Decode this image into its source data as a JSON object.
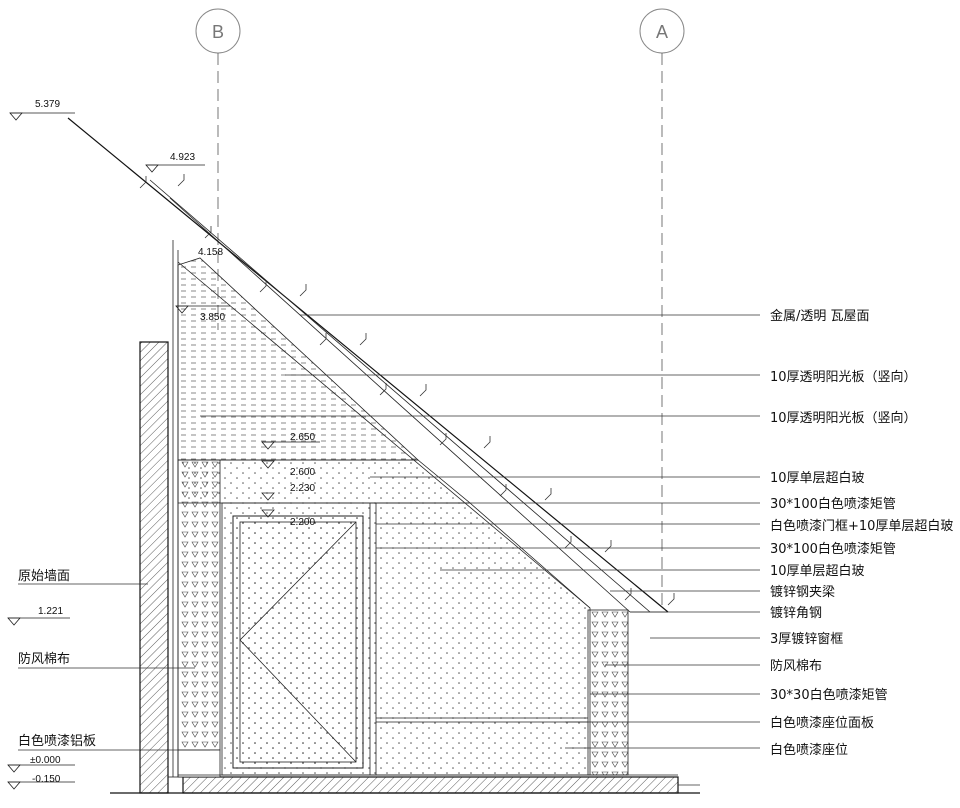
{
  "axes": [
    {
      "id": "B",
      "label": "B"
    },
    {
      "id": "A",
      "label": "A"
    }
  ],
  "elevations": {
    "roof_top": "5.379",
    "roof_mid": "4.923",
    "ridge": "4.158",
    "panel_top": "3.850",
    "glass_top": "2.650",
    "glass_bottom": "2.600",
    "frame_top": "2.230",
    "door_top": "2.200",
    "wall_mark": "1.221",
    "floor": "±0.000",
    "ground": "-0.150"
  },
  "labels_right": [
    "金属/透明  瓦屋面",
    "10厚透明阳光板（竖向）",
    "10厚透明阳光板（竖向）",
    "10厚单层超白玻",
    "30*100白色喷漆矩管",
    "白色喷漆门框+10厚单层超白玻",
    "30*100白色喷漆矩管",
    "10厚单层超白玻",
    "镀锌钢夹梁",
    "镀锌角钢",
    "3厚镀锌窗框",
    "防风棉布",
    "30*30白色喷漆矩管",
    "白色喷漆座位面板",
    "白色喷漆座位"
  ],
  "labels_left": [
    "原始墙面",
    "防风棉布",
    "白色喷漆铝板"
  ]
}
